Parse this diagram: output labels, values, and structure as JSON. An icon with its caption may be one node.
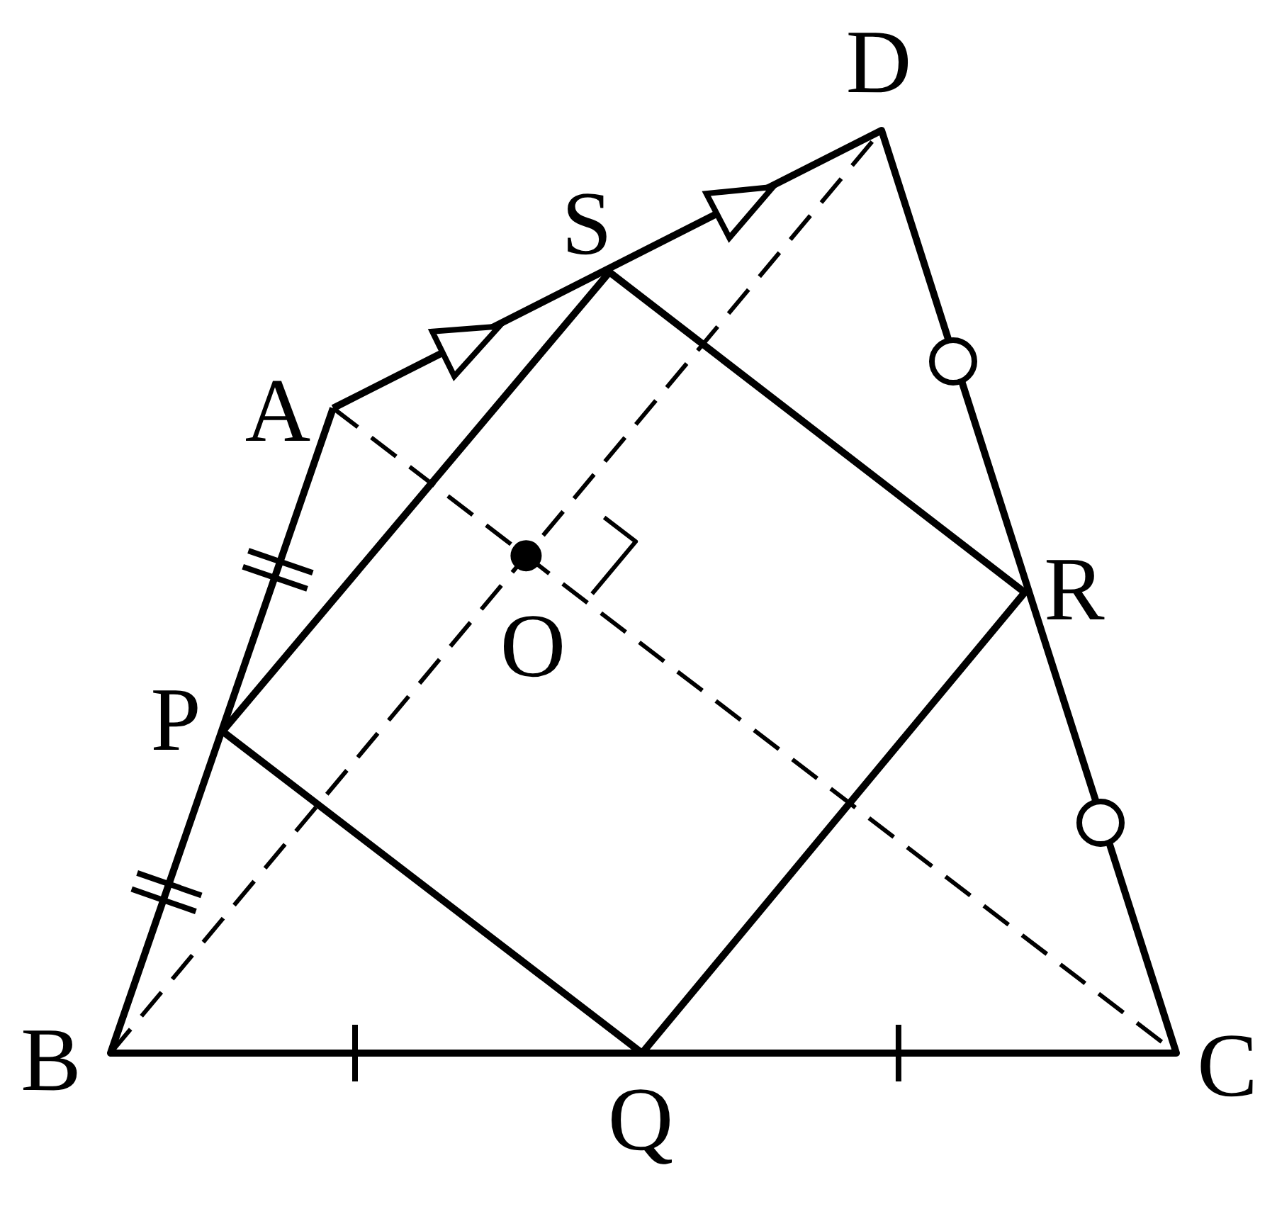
{
  "diagram": {
    "labels": [
      "D",
      "S",
      "A",
      "R",
      "O",
      "P",
      "B",
      "C",
      "Q"
    ]
  }
}
